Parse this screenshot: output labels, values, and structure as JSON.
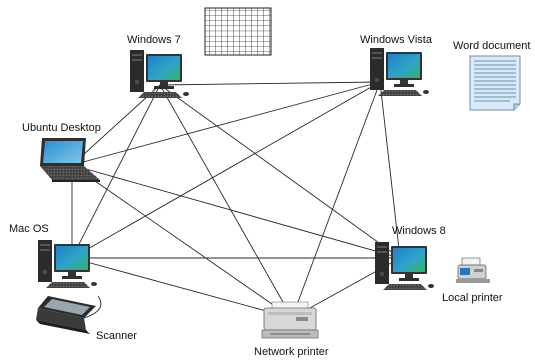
{
  "labels": {
    "windows7": "Windows 7",
    "windows_vista": "Windows Vista",
    "word_document": "Word document",
    "ubuntu_desktop": "Ubuntu Desktop",
    "mac_os": "Mac OS",
    "windows8": "Windows 8",
    "local_printer": "Local printer",
    "scanner": "Scanner",
    "network_printer": "Network printer"
  },
  "icons": {
    "desktop": "desktop-computer-icon",
    "laptop": "laptop-icon",
    "printer": "printer-icon",
    "scanner": "scanner-icon",
    "document": "document-icon",
    "spreadsheet": "spreadsheet-grid-icon"
  },
  "colors": {
    "line": "#2a2a2a",
    "tower": "#2e2e2e",
    "screen_blue": "#1f7fc8",
    "screen_green": "#35b36a",
    "document_fill": "#d9e9f6",
    "document_lines": "#6b8fb1",
    "printer_body": "#d7d7d7",
    "scanner_glass": "#9aa6ad"
  }
}
